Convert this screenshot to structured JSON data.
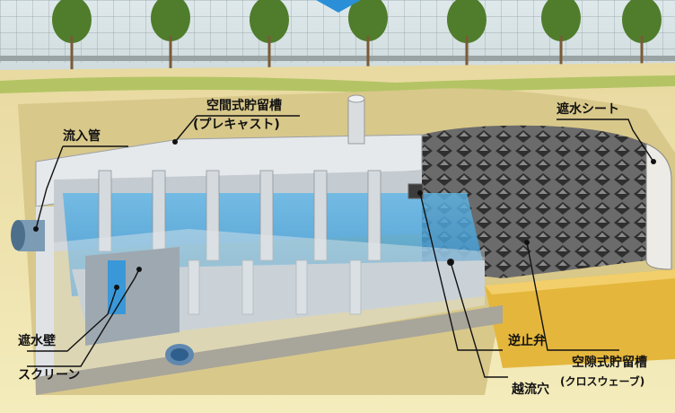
{
  "labels": {
    "space_storage": "空間式貯留槽",
    "precast": "(プレキャスト)",
    "inflow_pipe": "流入管",
    "waterproof_sheet": "遮水シート",
    "waterproof_wall": "遮水壁",
    "screen": "スクリーン",
    "check_valve": "逆止弁",
    "overflow_hole": "越流穴",
    "void_storage": "空隙式貯留槽",
    "crossweave": "(クロスウェーブ)"
  }
}
